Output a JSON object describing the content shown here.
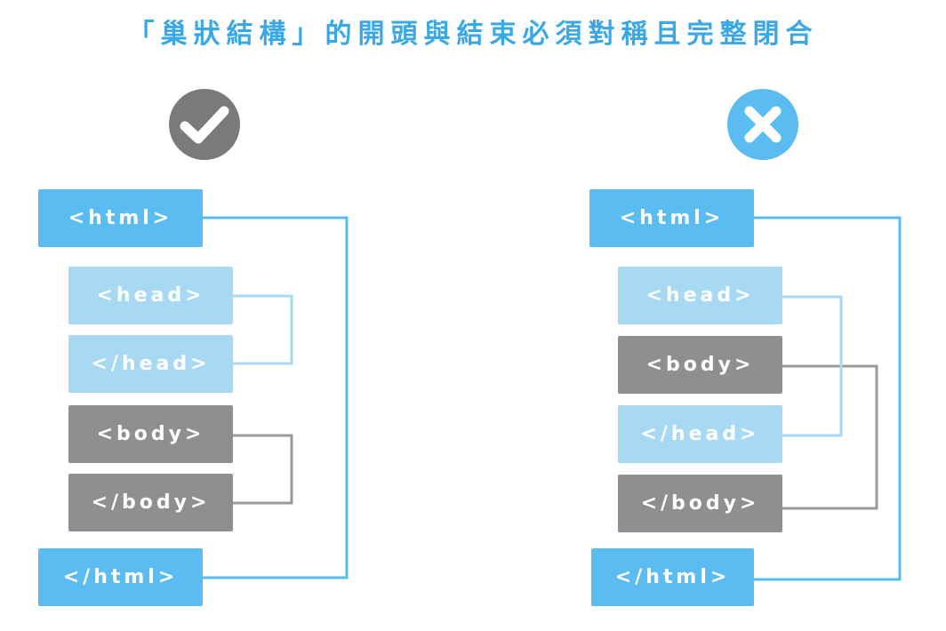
{
  "title": "「巢狀結構」的開頭與結束必須對稱且完整閉合",
  "colors": {
    "title": "#3aa8e6",
    "html_tag": "#5bbcf2",
    "head_tag": "#a8d9f2",
    "body_tag": "#8f8f8f",
    "html_line": "#5bbcf2",
    "head_line": "#a8d9f2",
    "body_line": "#9a9a9a",
    "correct_badge": "#7a7a7a",
    "wrong_badge": "#5bbcf2"
  },
  "correct": {
    "icon": "check-icon",
    "tags": {
      "html_open": "<html>",
      "head_open": "<head>",
      "head_close": "</head>",
      "body_open": "<body>",
      "body_close": "</body>",
      "html_close": "</html>"
    }
  },
  "wrong": {
    "icon": "cross-icon",
    "tags": {
      "html_open": "<html>",
      "head_open": "<head>",
      "body_open": "<body>",
      "head_close": "</head>",
      "body_close": "</body>",
      "html_close": "</html>"
    }
  }
}
